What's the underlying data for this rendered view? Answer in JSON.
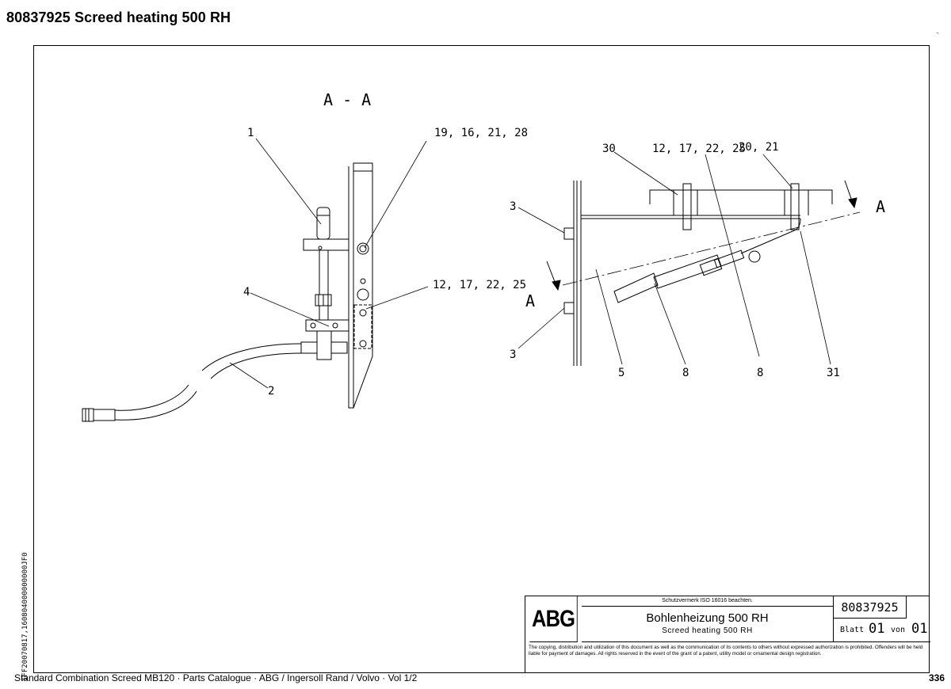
{
  "header": {
    "title": "80837925  Screed heating 500 RH"
  },
  "drawing": {
    "section_label": "A - A",
    "callouts": {
      "c1": "1",
      "c19": "19, 16, 21, 28",
      "c4": "4",
      "c12a": "12, 17, 22, 25",
      "c2": "2",
      "c30": "30",
      "c12b": "12, 17, 22, 25",
      "c20": "20, 21",
      "c3a": "3",
      "cA1": "A",
      "cA2": "A",
      "c3b": "3",
      "c5": "5",
      "c8a": "8",
      "c8b": "8",
      "c31": "31"
    }
  },
  "title_block": {
    "logo": "ABG",
    "note": "Schutzvermerk ISO 16016 beachten.",
    "title_de": "Bohlenheizung 500 RH",
    "title_en": "Screed heating 500 RH",
    "drawing_number": "80837925",
    "sheet_label": "Blatt",
    "sheet": "01",
    "of_label": "von",
    "sheets": "01",
    "copyright": "The copying, distribution and utilization of this document as well as the communication of its contents to others without expressed authorization is prohibited. Offenders will be held liable for payment of damages. All rights reserved in the event of the grant of a patent, utility model or ornamental design registration."
  },
  "side_code": "IFF20070817,160804000000000JF0",
  "footer": {
    "catalogue": "Standard Combination Screed MB120  ·  Parts Catalogue  ·  ABG / Ingersoll Rand / Volvo  ·  Vol 1/2",
    "page_number": "336"
  }
}
